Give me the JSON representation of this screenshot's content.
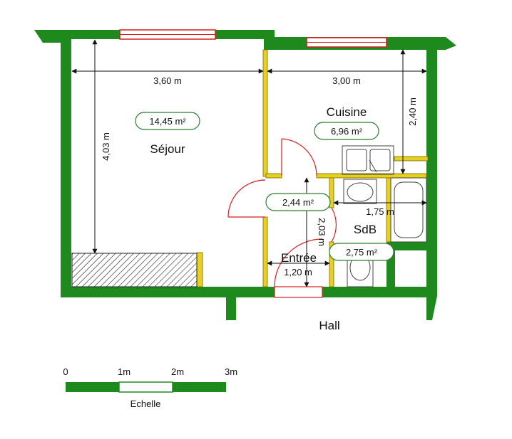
{
  "rooms": {
    "sejour": {
      "name": "Séjour",
      "area": "14,45 m²"
    },
    "cuisine": {
      "name": "Cuisine",
      "area": "6,96 m²"
    },
    "entree": {
      "name": "Entrée",
      "area": "2,44 m²"
    },
    "sdb": {
      "name": "SdB",
      "area": "2,75 m²"
    },
    "hall": {
      "name": "Hall"
    }
  },
  "dimensions": {
    "sejour_width": "3,60 m",
    "sejour_depth": "4,03 m",
    "cuisine_width": "3,00 m",
    "cuisine_depth": "2,40 m",
    "sdb_width": "1,75 m",
    "entree_depth": "2,03 m",
    "entree_width": "1,20 m"
  },
  "scale": {
    "ticks": [
      "0",
      "1m",
      "2m",
      "3m"
    ],
    "label": "Echelle"
  },
  "colors": {
    "wall": "#1e8a1e",
    "window": "#d42020",
    "partition": "#e8d020",
    "area_badge": "#2e7d32"
  }
}
